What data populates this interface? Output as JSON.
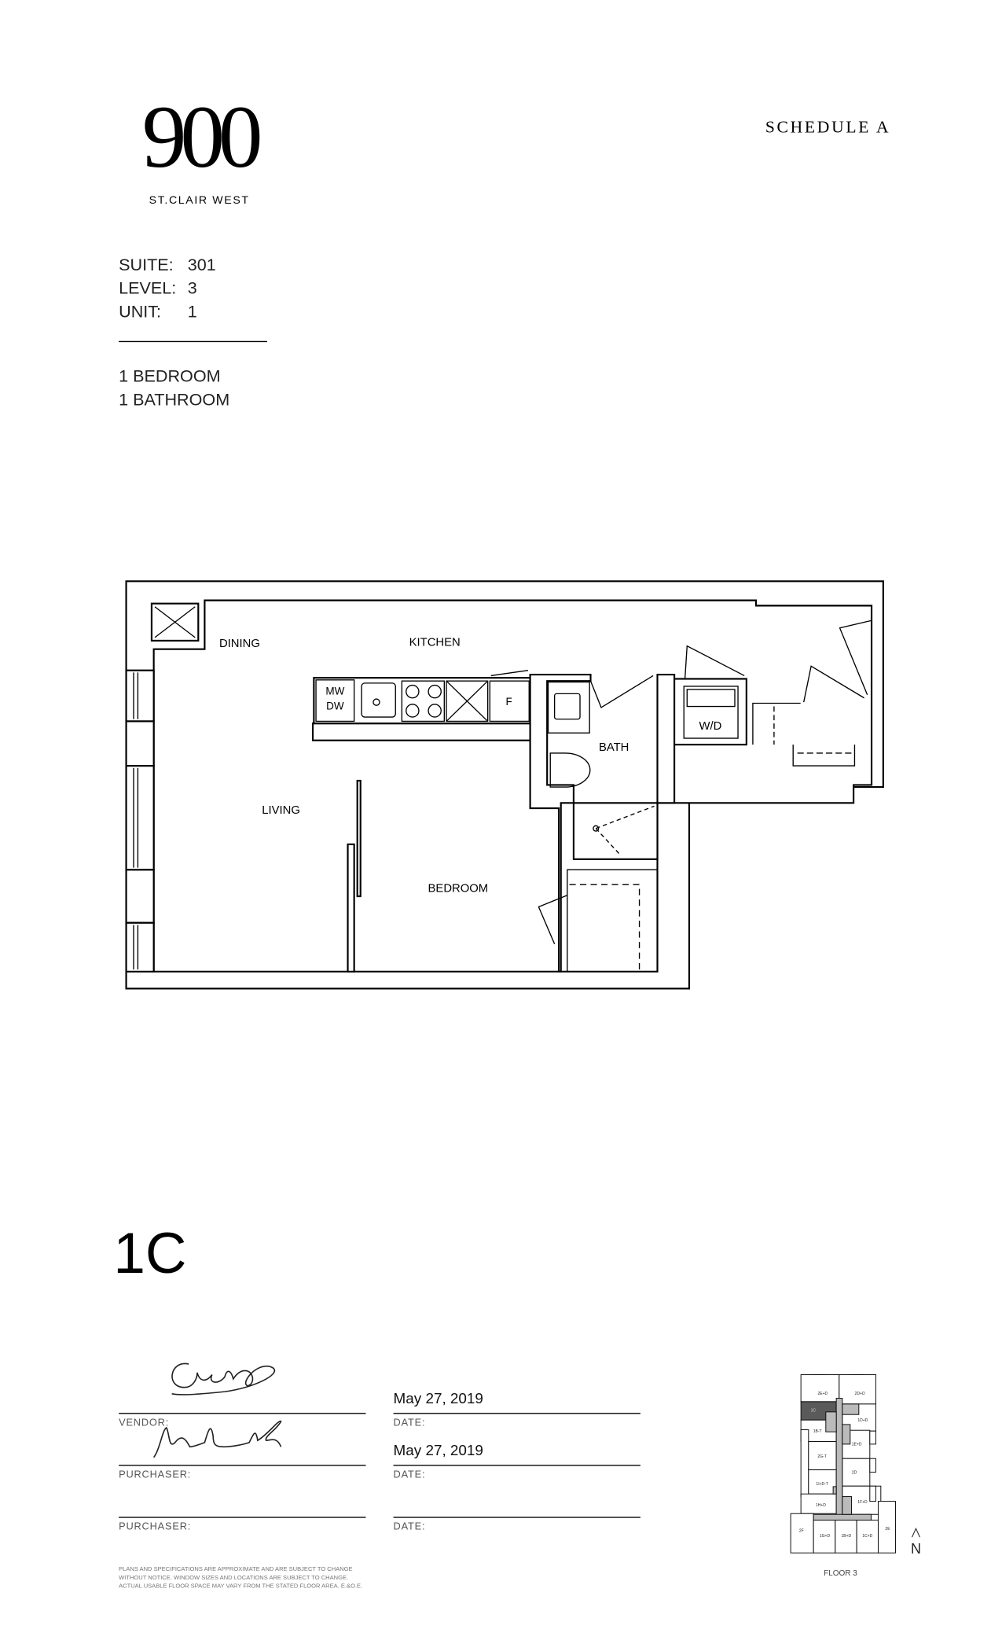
{
  "header": {
    "logo_number": "900",
    "logo_subtitle": "ST.CLAIR WEST",
    "schedule": "SCHEDULE A"
  },
  "suite_info": {
    "suite_label": "SUITE:",
    "suite_value": "301",
    "level_label": "LEVEL:",
    "level_value": "3",
    "unit_label": "UNIT:",
    "unit_value": "1",
    "bedrooms": "1 BEDROOM",
    "bathrooms": "1 BATHROOM"
  },
  "floor_plan": {
    "rooms": {
      "dining": "DINING",
      "kitchen": "KITCHEN",
      "living": "LIVING",
      "bedroom": "BEDROOM",
      "bath": "BATH",
      "washer_dryer": "W/D",
      "microwave": "MW",
      "dishwasher": "DW",
      "fridge": "F"
    }
  },
  "unit_type": "1C",
  "signatures": {
    "vendor_label": "VENDOR:",
    "purchaser_label_1": "PURCHASER:",
    "purchaser_label_2": "PURCHASER:",
    "date_label_1": "DATE:",
    "date_label_2": "DATE:",
    "date_label_3": "DATE:",
    "date_value_1": "May 27, 2019",
    "date_value_2": "May 27, 2019"
  },
  "disclaimer": [
    "PLANS AND SPECIFICATIONS ARE APPROXIMATE AND ARE SUBJECT TO CHANGE",
    "WITHOUT NOTICE. WINDOW SIZES AND LOCATIONS ARE SUBJECT TO CHANGE.",
    "ACTUAL USABLE FLOOR SPACE MAY VARY FROM THE STATED FLOOR AREA. E.&O.E."
  ],
  "key_plan": {
    "title": "FLOOR 3",
    "north": "N",
    "highlighted_unit": "1C",
    "units": [
      "2E+D",
      "2D+D",
      "1C",
      "1D+D",
      "1B-T",
      "1E+D",
      "2G-T",
      "2D",
      "1I+D-T",
      "1F+D",
      "1H+D",
      "2F",
      "1G+D",
      "1B+D",
      "1C+D",
      "2E"
    ],
    "highlight_color": "#5a5a5a"
  }
}
